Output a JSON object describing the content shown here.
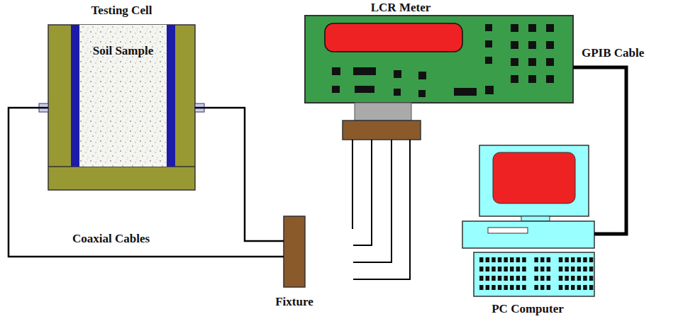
{
  "diagram": {
    "nodes": [
      {
        "text": [
          "Testing Cell"
        ]
      },
      {
        "text": [
          "Soil Sample"
        ],
        "in": 0
      },
      {
        "text": [
          "LCR Meter"
        ]
      },
      {
        "text": [
          "Fixture"
        ]
      },
      {
        "text": [
          "PC Computer"
        ]
      }
    ],
    "edges": [
      {
        "from": 0,
        "to": 3,
        "arrow": "none",
        "label": "Coaxial Cables"
      },
      {
        "from": 0,
        "to": 3,
        "arrow": "none"
      },
      {
        "from": 3,
        "to": 2,
        "arrow": "none"
      },
      {
        "from": 2,
        "to": 4,
        "arrow": "none",
        "label": "GPIB Cable"
      }
    ]
  }
}
